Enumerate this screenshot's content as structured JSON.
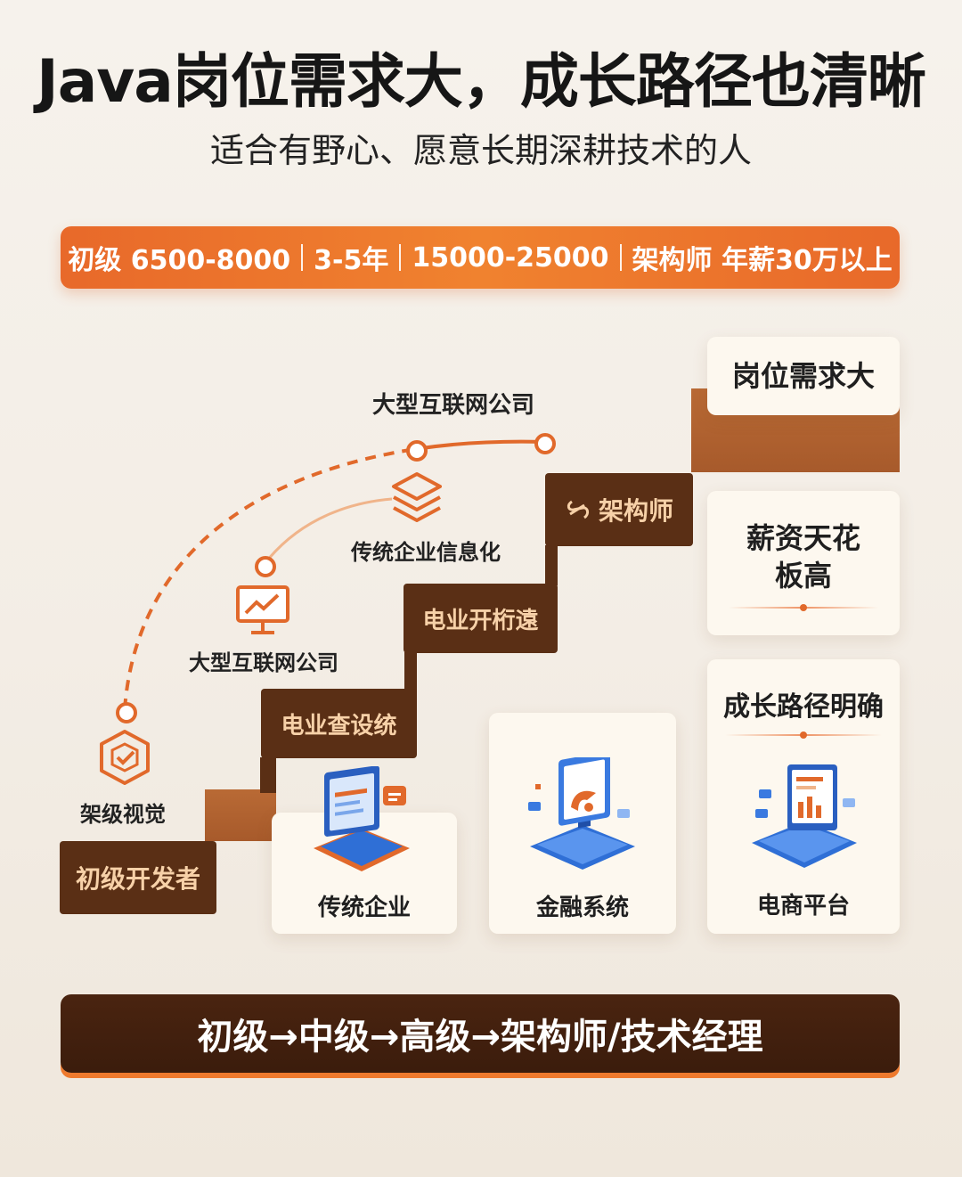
{
  "header": {
    "title": "Java岗位需求大，成长路径也清晰",
    "subtitle": "适合有野心、愿意长期深耕技术的人"
  },
  "salary_bar": {
    "segments": [
      "初级 6500-8000",
      "3-5年",
      "15000-25000",
      "架构师 年薪30万以上"
    ]
  },
  "path": {
    "top_label": "大型互联网公司",
    "mid_label": "传统企业信息化",
    "left_label": "大型互联网公司",
    "bottom_label": "架级视觉"
  },
  "steps": {
    "step1": "初级开发者",
    "step2": "电业查设统",
    "step3": "电业开桁遠",
    "step4": "架构师"
  },
  "cards": {
    "demand": "岗位需求大",
    "salary_line1": "薪资天花",
    "salary_line2": "板高",
    "growth": "成长路径明确",
    "traditional": "传统企业",
    "finance": "金融系统",
    "ecommerce": "电商平台"
  },
  "bottom_bar": {
    "text": "初级→中级→高级→架构师/技术经理"
  },
  "colors": {
    "accent": "#e8692a",
    "dark_brown": "#5a2f15",
    "step_brown": "#b06232"
  }
}
